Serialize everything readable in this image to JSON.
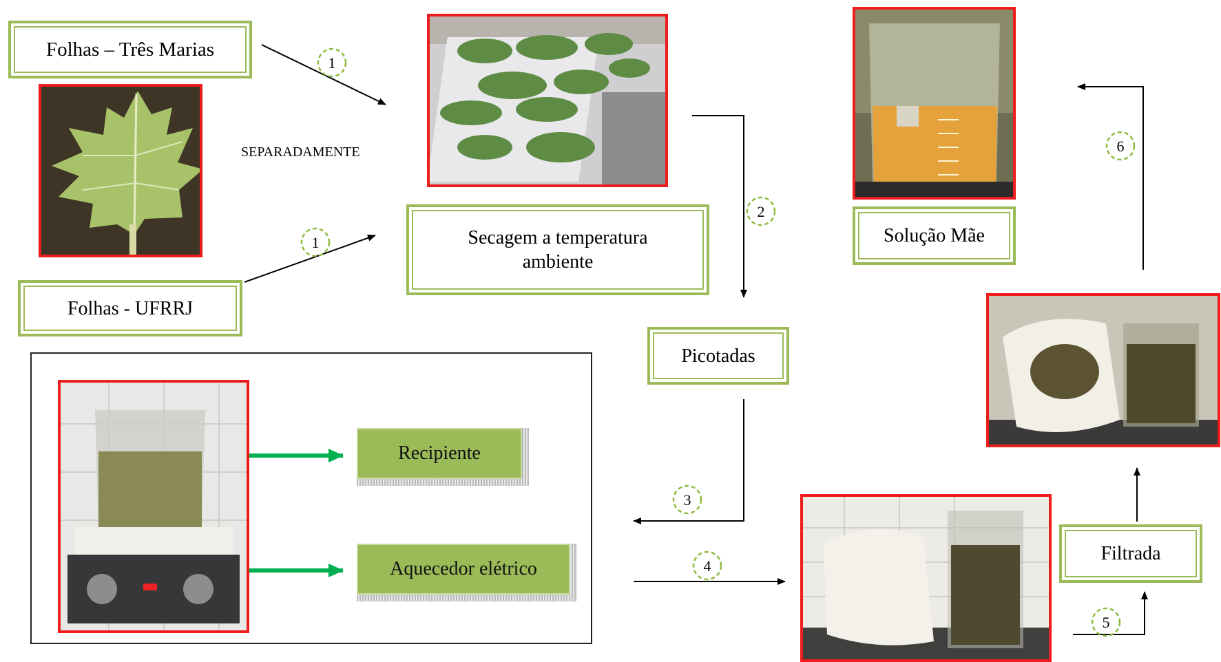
{
  "labels": {
    "folhas_tres_marias": "Folhas – Três Marias",
    "folhas_ufrrj": "Folhas - UFRRJ",
    "separadamente": "SEPARADAMENTE",
    "secagem": "Secagem a temperatura ambiente",
    "picotadas": "Picotadas",
    "solucao_mae": "Solução Mãe",
    "filtrada": "Filtrada",
    "recipiente": "Recipiente",
    "aquecedor": "Aquecedor elétrico"
  },
  "steps": [
    "1",
    "1",
    "2",
    "3",
    "4",
    "5",
    "6"
  ],
  "colors": {
    "label_border": "#9bbb59",
    "photo_border": "#ee1c1c",
    "pointer_arrow": "#00b050",
    "step_circle": "#8fbc3f"
  }
}
